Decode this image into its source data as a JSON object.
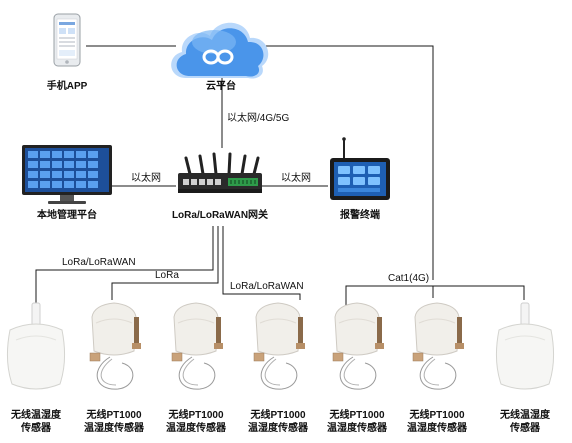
{
  "nodes": {
    "phone": "手机APP",
    "cloud": "云平台",
    "local_platform": "本地管理平台",
    "gateway": "LoRa/LoRaWAN网关",
    "alarm": "报警终端"
  },
  "links": {
    "gateway_cloud": "以太网/4G/5G",
    "local_gateway": "以太网",
    "gateway_alarm": "以太网",
    "lorawan_left": "LoRa/LoRaWAN",
    "lora_mid": "LoRa",
    "lorawan_right": "LoRa/LoRaWAN",
    "cat1": "Cat1(4G)"
  },
  "sensors": [
    {
      "line1": "无线温湿度",
      "line2": "传感器",
      "type": "humidity"
    },
    {
      "line1": "无线PT1000",
      "line2": "温湿度传感器",
      "type": "pt1000"
    },
    {
      "line1": "无线PT1000",
      "line2": "温湿度传感器",
      "type": "pt1000"
    },
    {
      "line1": "无线PT1000",
      "line2": "温湿度传感器",
      "type": "pt1000"
    },
    {
      "line1": "无线PT1000",
      "line2": "温湿度传感器",
      "type": "pt1000"
    },
    {
      "line1": "无线PT1000",
      "line2": "温湿度传感器",
      "type": "pt1000"
    },
    {
      "line1": "无线温湿度",
      "line2": "传感器",
      "type": "humidity"
    }
  ],
  "colors": {
    "line": "#1a1a1a",
    "cloud": "#3f8ee8",
    "cloud_light": "#b9d8fb",
    "gateway_body": "#2a2a2a",
    "gateway_green": "#2e9b4a",
    "screen_blue": "#1d4f9a",
    "sensor_body": "#f1efea"
  }
}
